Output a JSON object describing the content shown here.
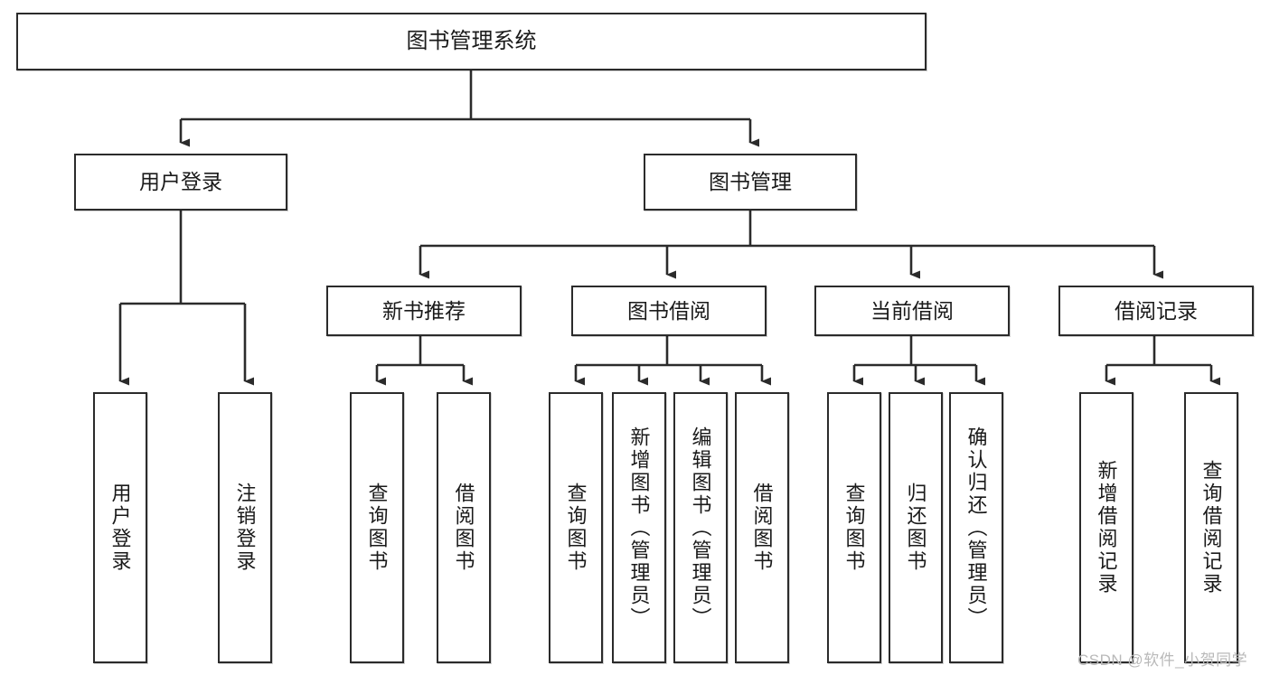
{
  "diagram": {
    "title": "图书管理系统",
    "type": "hierarchy-tree",
    "root": {
      "id": "root",
      "label": "图书管理系统"
    },
    "level2": [
      {
        "id": "user-login",
        "label": "用户登录"
      },
      {
        "id": "book-manage",
        "label": "图书管理"
      }
    ],
    "level3": [
      {
        "id": "new-book-recommend",
        "label": "新书推荐",
        "parent": "book-manage"
      },
      {
        "id": "book-borrow",
        "label": "图书借阅",
        "parent": "book-manage"
      },
      {
        "id": "current-borrow",
        "label": "当前借阅",
        "parent": "book-manage"
      },
      {
        "id": "borrow-record",
        "label": "借阅记录",
        "parent": "book-manage"
      }
    ],
    "leaves": [
      {
        "id": "leaf-user-login",
        "label": "用户登录",
        "parent": "user-login"
      },
      {
        "id": "leaf-logout-login",
        "label": "注销登录",
        "parent": "user-login"
      },
      {
        "id": "leaf-query-book-1",
        "label": "查询图书",
        "parent": "new-book-recommend"
      },
      {
        "id": "leaf-borrow-book-1",
        "label": "借阅图书",
        "parent": "new-book-recommend"
      },
      {
        "id": "leaf-query-book-2",
        "label": "查询图书",
        "parent": "book-borrow"
      },
      {
        "id": "leaf-add-book",
        "label": "新增图书（管理员）",
        "parent": "book-borrow"
      },
      {
        "id": "leaf-edit-book",
        "label": "编辑图书（管理员）",
        "parent": "book-borrow"
      },
      {
        "id": "leaf-borrow-book-2",
        "label": "借阅图书",
        "parent": "book-borrow"
      },
      {
        "id": "leaf-query-book-3",
        "label": "查询图书",
        "parent": "current-borrow"
      },
      {
        "id": "leaf-return-book",
        "label": "归还图书",
        "parent": "current-borrow"
      },
      {
        "id": "leaf-confirm-return",
        "label": "确认归还（管理员）",
        "parent": "current-borrow"
      },
      {
        "id": "leaf-add-record",
        "label": "新增借阅记录",
        "parent": "borrow-record"
      },
      {
        "id": "leaf-query-record",
        "label": "查询借阅记录",
        "parent": "borrow-record"
      }
    ]
  },
  "watermark": {
    "text": "CSDN @软件_小贺同学"
  },
  "colors": {
    "stroke": "#2b2b2b",
    "fill": "#ffffff",
    "text": "#1a1a1a",
    "watermark": "#b9b9b9"
  }
}
